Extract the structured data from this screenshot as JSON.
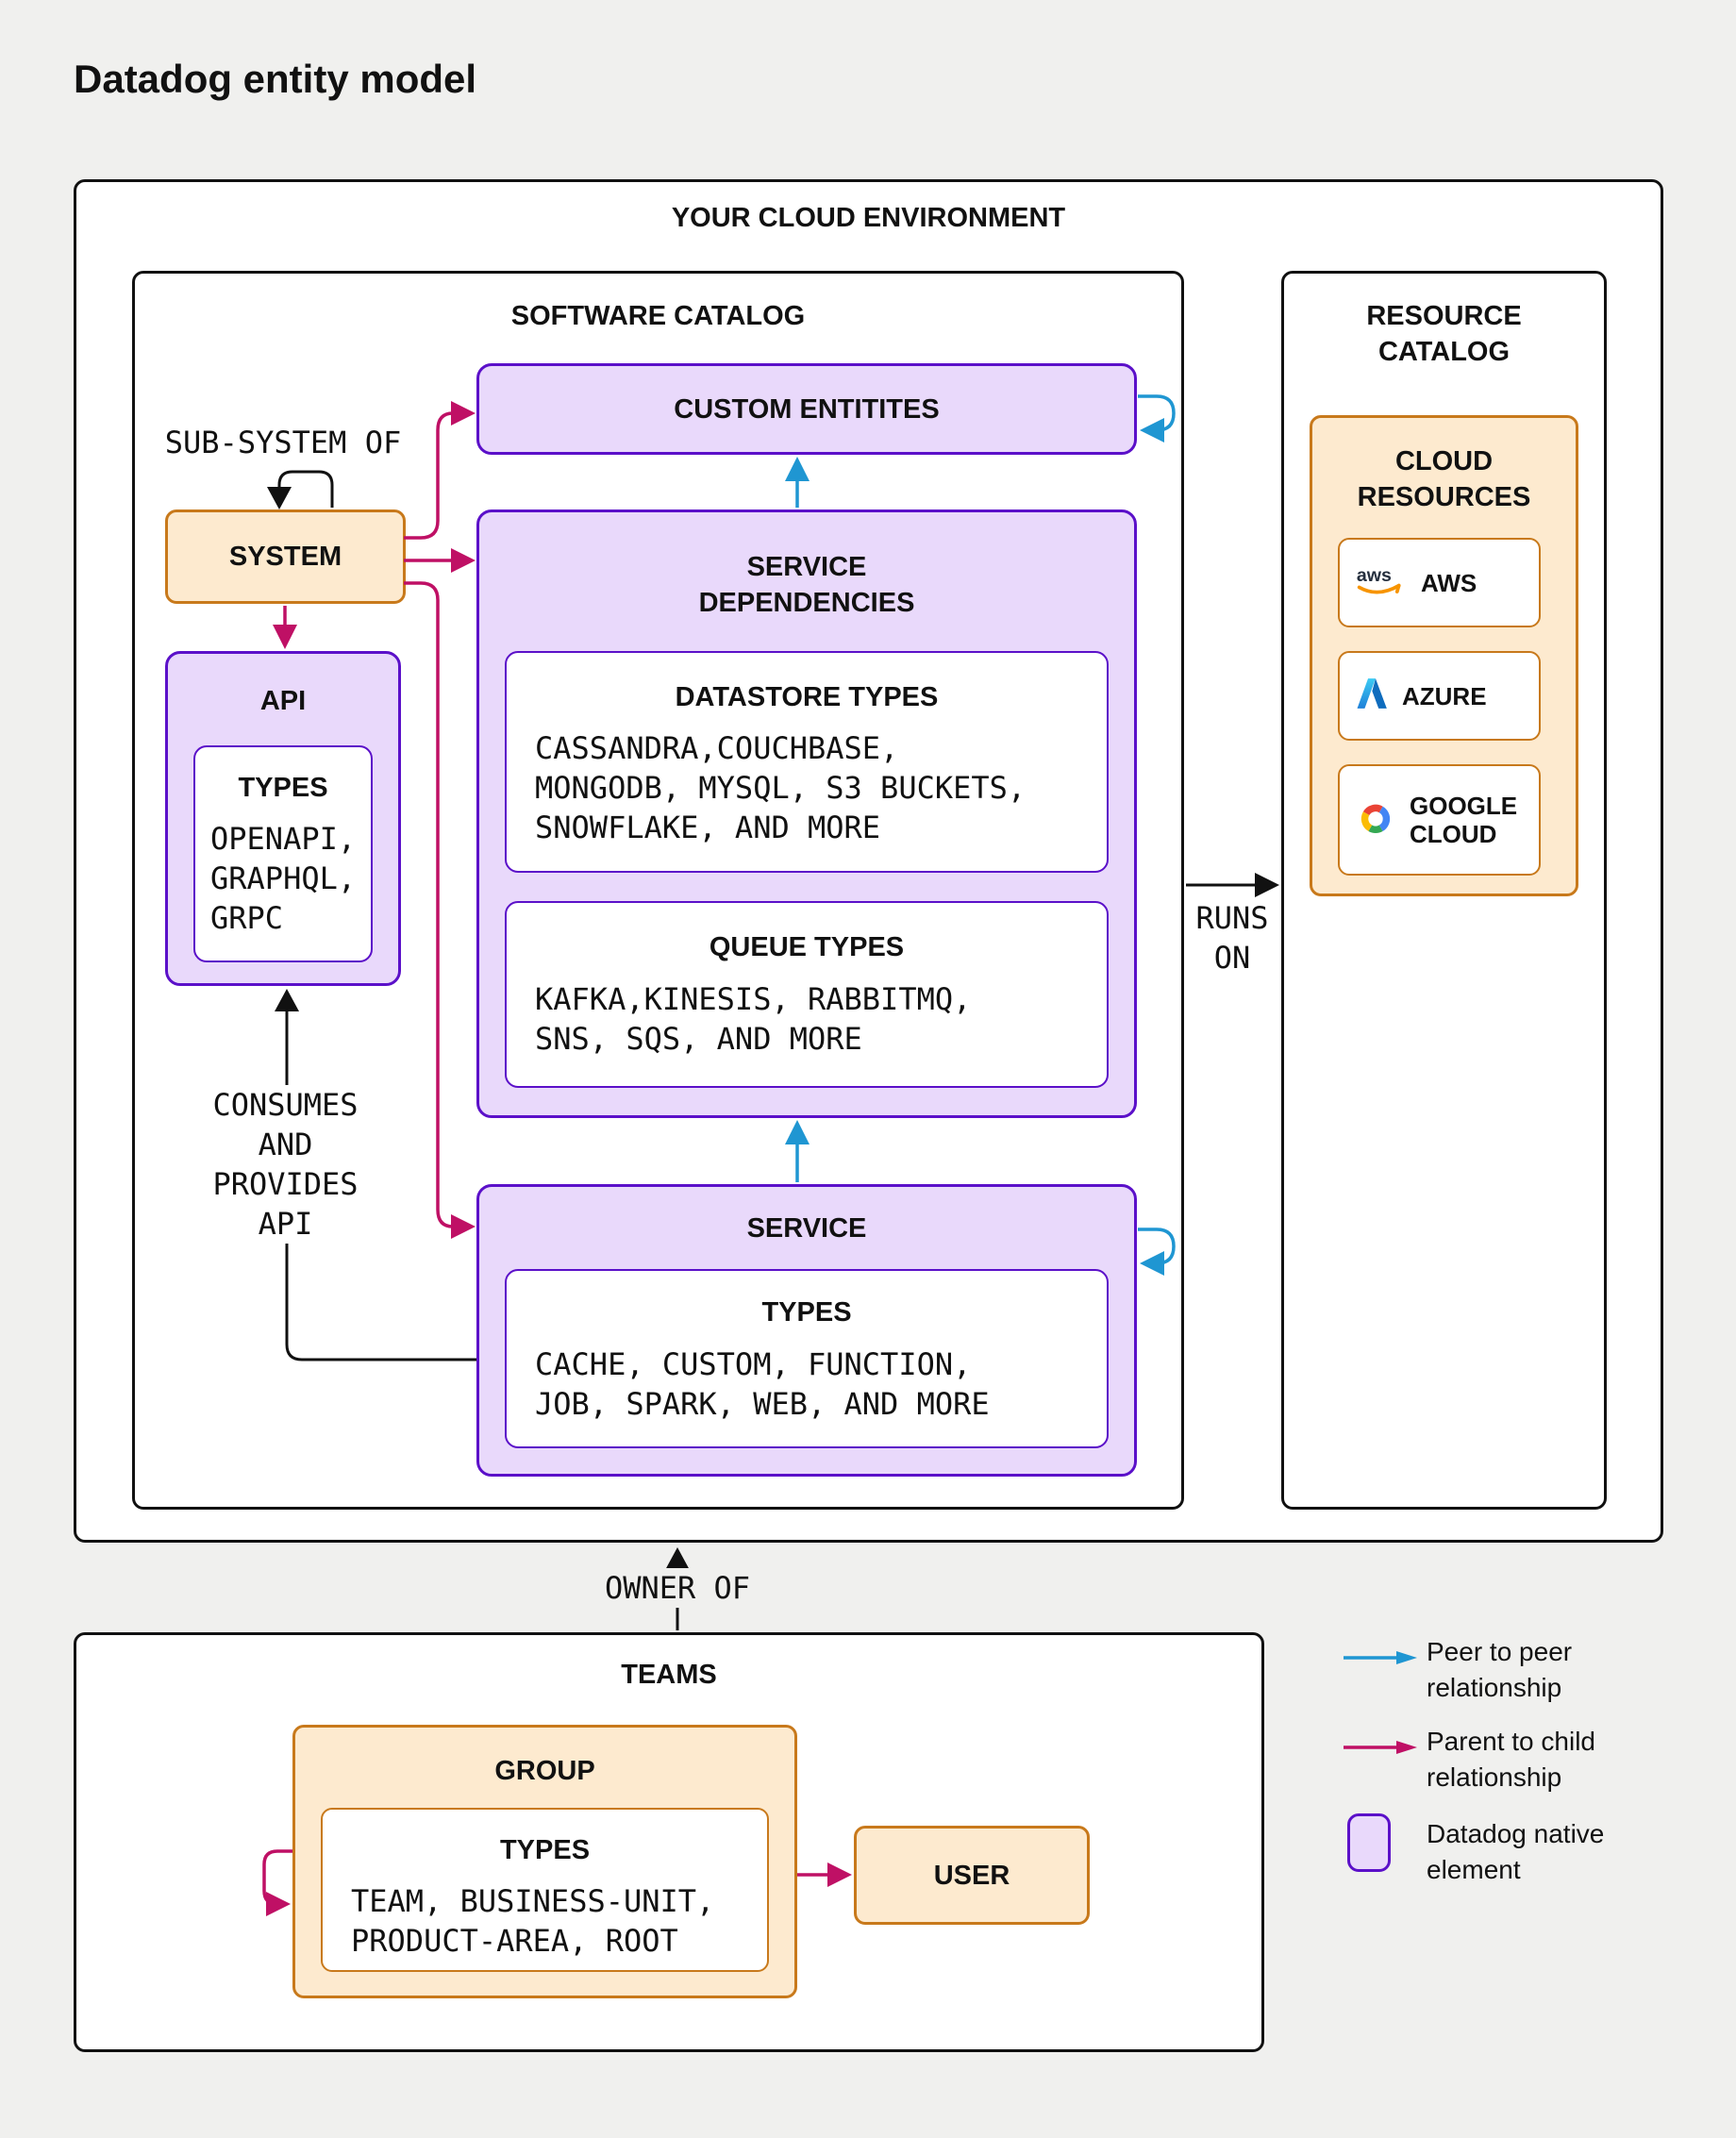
{
  "title": "Datadog entity model",
  "colors": {
    "purple_fill": "#e9d9fb",
    "purple_border": "#5b10c9",
    "orange_fill": "#fdeacf",
    "orange_border": "#c8791b",
    "pink": "#bf1065",
    "blue": "#1f96d2"
  },
  "environment": {
    "label": "YOUR CLOUD ENVIRONMENT"
  },
  "software_catalog": {
    "label": "SOFTWARE CATALOG",
    "custom_entities_label": "CUSTOM ENTITITES",
    "system_label": "SYSTEM",
    "sub_system_of": "SUB-SYSTEM OF",
    "api": {
      "label": "API",
      "types_heading": "TYPES",
      "types_body": "OPENAPI,\nGRAPHQL,\nGRPC"
    },
    "consumes_and_provides": "CONSUMES\nAND\nPROVIDES\nAPI",
    "service_dependencies": {
      "label": "SERVICE\nDEPENDENCIES",
      "datastore": {
        "heading": "DATASTORE TYPES",
        "body": "CASSANDRA,COUCHBASE,\nMONGODB, MYSQL, S3 BUCKETS,\nSNOWFLAKE, AND MORE"
      },
      "queue": {
        "heading": "QUEUE TYPES",
        "body": "KAFKA,KINESIS, RABBITMQ,\nSNS, SQS, AND MORE"
      }
    },
    "service": {
      "label": "SERVICE",
      "types_heading": "TYPES",
      "types_body": "CACHE, CUSTOM, FUNCTION,\nJOB,  SPARK, WEB, AND MORE"
    }
  },
  "resource_catalog": {
    "label": "RESOURCE\nCATALOG",
    "cloud_resources_label": "CLOUD\nRESOURCES",
    "providers": [
      {
        "name": "AWS",
        "icon": "aws-logo"
      },
      {
        "name": "AZURE",
        "icon": "azure-logo"
      },
      {
        "name": "GOOGLE\nCLOUD",
        "icon": "google-cloud-logo"
      }
    ]
  },
  "relations": {
    "runs_on": "RUNS\nON",
    "owner_of": "OWNER OF"
  },
  "teams": {
    "label": "TEAMS",
    "group": {
      "label": "GROUP",
      "types_heading": "TYPES",
      "types_body": "TEAM, BUSINESS-UNIT,\nPRODUCT-AREA, ROOT"
    },
    "user_label": "USER"
  },
  "legend": {
    "peer": "Peer to peer\nrelationship",
    "parent": "Parent to child\nrelationship",
    "native": "Datadog native\nelement"
  }
}
